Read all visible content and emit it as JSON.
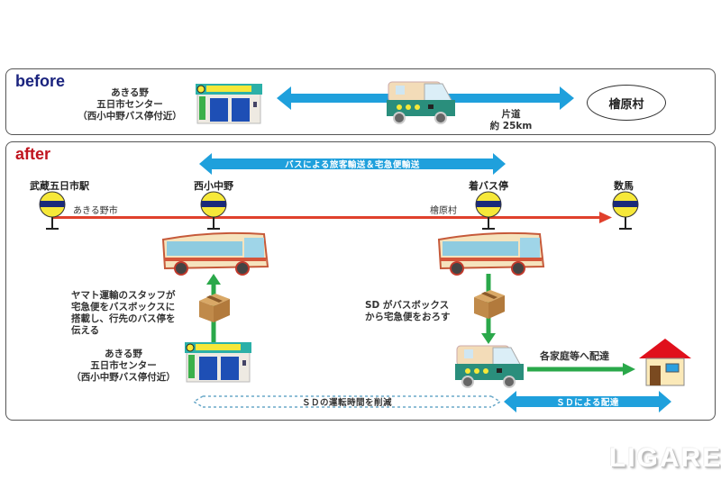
{
  "before": {
    "heading": "before",
    "center_label": [
      "あきる野",
      "五日市センター",
      "（西小中野バス停付近）"
    ],
    "distance_label": [
      "片道",
      "約 25km"
    ],
    "destination": "檜原村",
    "icons": [
      "delivery-center-icon",
      "delivery-van-icon",
      "double-arrow-icon"
    ]
  },
  "after": {
    "heading": "after",
    "top_arrow_label": "バスによる旅客輸送＆宅急便輸送",
    "route_labels": {
      "left_area": "あきる野市",
      "right_area": "檜原村"
    },
    "stations": [
      {
        "name": "武蔵五日市駅"
      },
      {
        "name": "西小中野"
      },
      {
        "name": "着バス停"
      },
      {
        "name": "数馬"
      }
    ],
    "loading_note": [
      "ヤマト運輸のスタッフが",
      "宅急便をバスボックスに",
      "搭載し、行先のバス停を",
      "伝える"
    ],
    "unloading_note": [
      "SD がバスボックス",
      "から宅急便をおろす"
    ],
    "center_label": [
      "あきる野",
      "五日市センター",
      "（西小中野バス停付近）"
    ],
    "delivery_label": "各家庭等へ配達",
    "reduced_time_label": "ＳＤの運転時間を削減",
    "sd_delivery_label": "ＳＤによる配達"
  },
  "watermark": "LIGARE",
  "colors": {
    "arrow_blue": "#1fa0dc",
    "route_red": "#e0402c",
    "green_arrow": "#2aa84a",
    "before_heading": "#1a237e",
    "after_heading": "#c0151f",
    "stop_yellow": "#f6e839",
    "stop_navy": "#1a2a7a"
  }
}
